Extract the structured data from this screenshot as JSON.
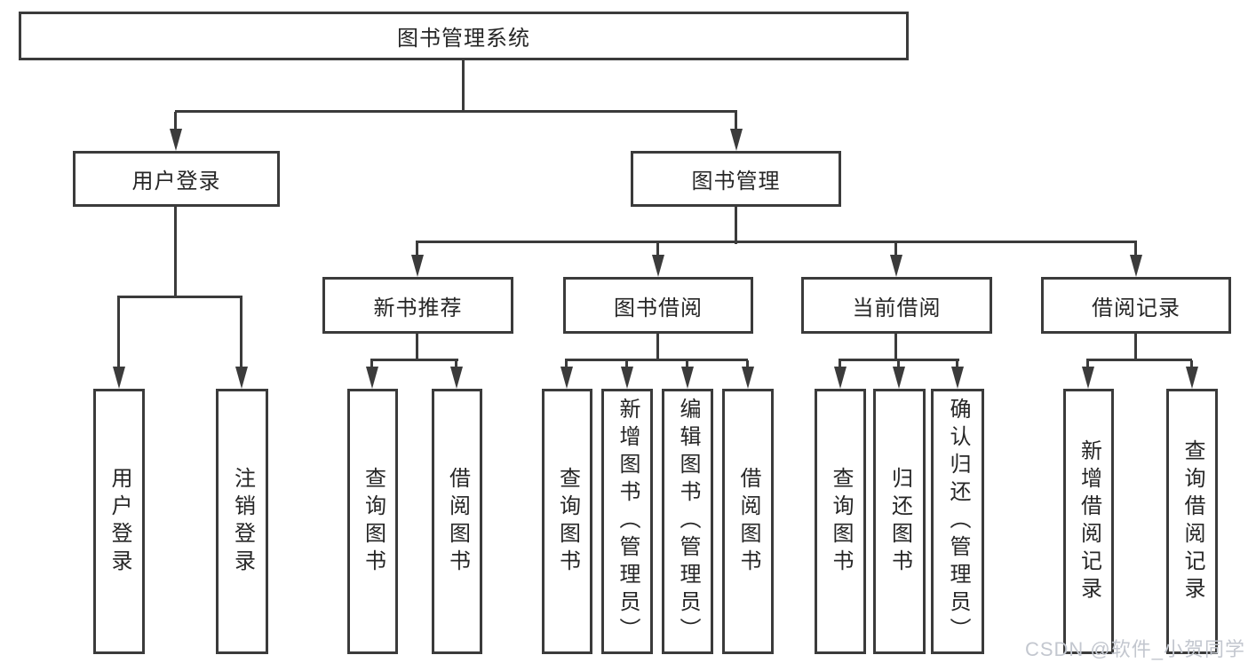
{
  "tree": {
    "root": {
      "label": "图书管理系统",
      "children": [
        {
          "label": "用户登录",
          "children": [
            {
              "label": "用户登录"
            },
            {
              "label": "注销登录"
            }
          ]
        },
        {
          "label": "图书管理",
          "children": [
            {
              "label": "新书推荐",
              "children": [
                {
                  "label": "查询图书"
                },
                {
                  "label": "借阅图书"
                }
              ]
            },
            {
              "label": "图书借阅",
              "children": [
                {
                  "label": "查询图书"
                },
                {
                  "label": "新增图书（管理员）"
                },
                {
                  "label": "编辑图书（管理员）"
                },
                {
                  "label": "借阅图书"
                }
              ]
            },
            {
              "label": "当前借阅",
              "children": [
                {
                  "label": "查询图书"
                },
                {
                  "label": "归还图书"
                },
                {
                  "label": "确认归还（管理员）"
                }
              ]
            },
            {
              "label": "借阅记录",
              "children": [
                {
                  "label": "新增借阅记录"
                },
                {
                  "label": "查询借阅记录"
                }
              ]
            }
          ]
        }
      ]
    }
  },
  "watermark": "CSDN @软件_小贺同学",
  "colors": {
    "line": "#3b3b3b",
    "text": "#262626",
    "watermark": "#c3c7cf",
    "background": "#ffffff"
  }
}
